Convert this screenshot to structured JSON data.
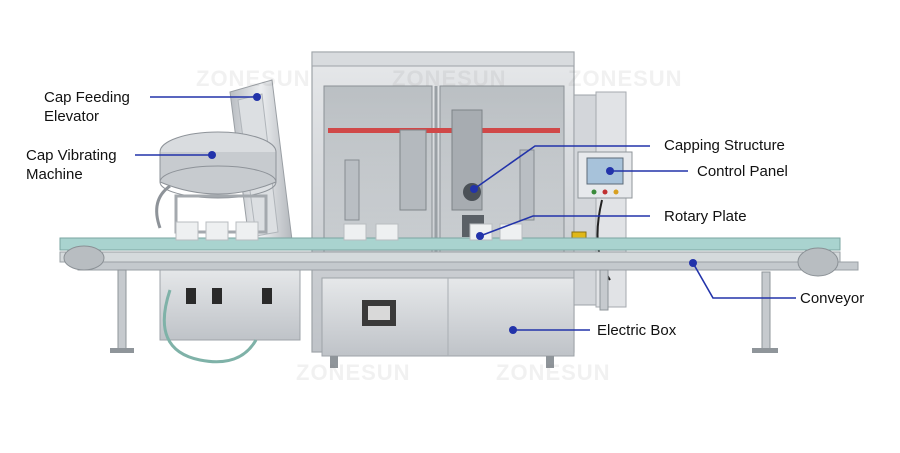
{
  "watermark": "ZONESUN",
  "colors": {
    "leader": "#2233aa",
    "background": "#ffffff",
    "steel": "#c9ccd0"
  },
  "callouts": {
    "cap_feeding_elevator": {
      "line1": "Cap Feeding",
      "line2": "Elevator"
    },
    "cap_vibrating_machine": {
      "line1": "Cap Vibrating",
      "line2": "Machine"
    },
    "capping_structure": "Capping Structure",
    "control_panel": "Control Panel",
    "rotary_plate": "Rotary Plate",
    "conveyor": "Conveyor",
    "electric_box": "Electric Box"
  }
}
